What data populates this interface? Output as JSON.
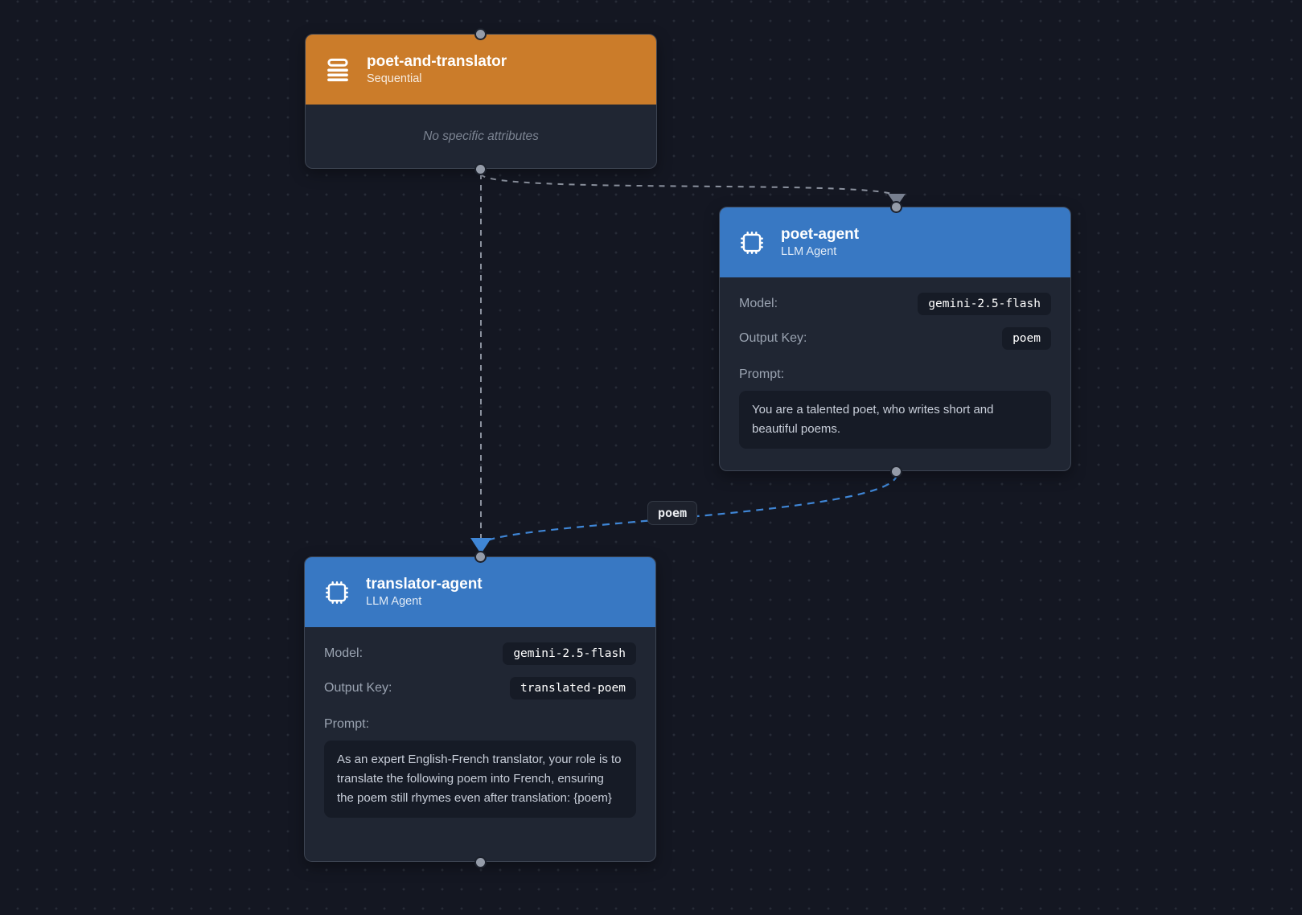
{
  "colors": {
    "background": "#141722",
    "grid_dot": "#272c37",
    "node_body": "#202633",
    "node_border": "#3d4452",
    "sequential_header": "#cb7c2a",
    "llm_header": "#3878c3",
    "value_pill_bg": "#161b26",
    "edge_gray": "#8b919e",
    "edge_blue": "#3f86d6"
  },
  "nodes": {
    "sequential": {
      "title": "poet-and-translator",
      "subtitle": "Sequential",
      "icon": "queue-list-icon",
      "note": "No specific attributes"
    },
    "poet": {
      "title": "poet-agent",
      "subtitle": "LLM Agent",
      "icon": "cpu-chip-icon",
      "model_label": "Model:",
      "model_value": "gemini-2.5-flash",
      "output_key_label": "Output Key:",
      "output_key_value": "poem",
      "prompt_label": "Prompt:",
      "prompt_text": "You are a talented poet, who writes short and beautiful poems."
    },
    "translator": {
      "title": "translator-agent",
      "subtitle": "LLM Agent",
      "icon": "cpu-chip-icon",
      "model_label": "Model:",
      "model_value": "gemini-2.5-flash",
      "output_key_label": "Output Key:",
      "output_key_value": "translated-poem",
      "prompt_label": "Prompt:",
      "prompt_text": "As an expert English-French translator, your role is to translate the following poem into French, ensuring the poem still rhymes even after translation: {poem}"
    }
  },
  "edges": {
    "sequential_to_poet": {
      "style": "dashed-gray"
    },
    "sequential_to_translator": {
      "style": "dashed-gray"
    },
    "poet_to_translator": {
      "style": "dashed-blue",
      "label": "poem"
    }
  }
}
